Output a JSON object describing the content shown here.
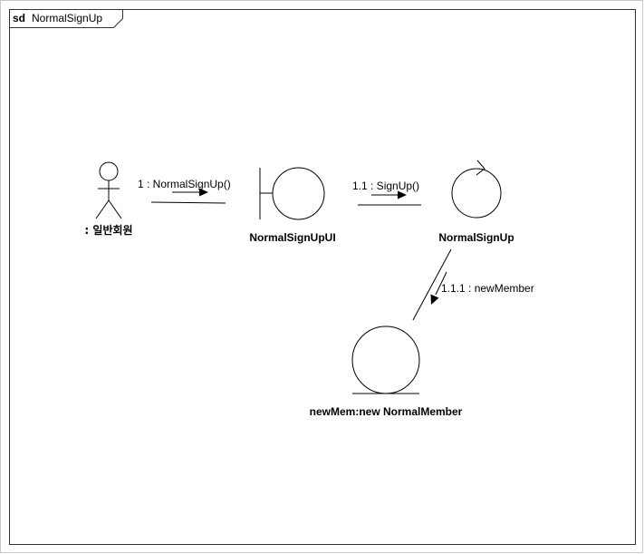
{
  "frame": {
    "keyword": "sd",
    "name": "NormalSignUp"
  },
  "actor": {
    "label": ": 일반회원",
    "icon": "stick-figure-actor-icon"
  },
  "boundary": {
    "label": "NormalSignUpUI",
    "icon": "boundary-object-icon"
  },
  "control": {
    "label": "NormalSignUp",
    "icon": "control-object-icon"
  },
  "entity": {
    "label": "newMem:new NormalMember",
    "icon": "entity-object-icon"
  },
  "messages": [
    {
      "id": "m1",
      "label": "1 : NormalSignUp()"
    },
    {
      "id": "m2",
      "label": "1.1 : SignUp()"
    },
    {
      "id": "m3",
      "label": "1.1.1 : newMember"
    }
  ]
}
